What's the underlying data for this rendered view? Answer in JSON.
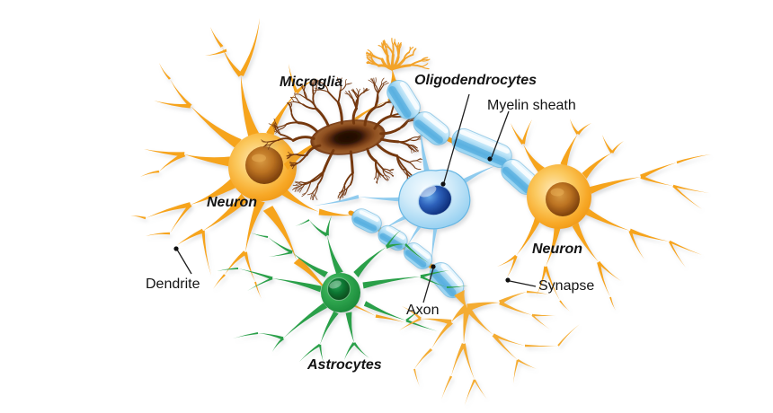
{
  "diagram": {
    "labels": {
      "neuron_left": "Neuron",
      "neuron_right": "Neuron",
      "microglia": "Microglia",
      "oligodendrocytes": "Oligodendrocytes",
      "astrocytes": "Astrocytes",
      "dendrite": "Dendrite",
      "myelin_sheath": "Myelin sheath",
      "axon": "Axon",
      "synapse": "Synapse"
    },
    "colors": {
      "background": "#FFFFFF",
      "label_text": "#141414",
      "neuron_orange": "#F6A41F",
      "neuron_orange_deep": "#ED9A19",
      "neuron_nucleus_brown": "#8F4E12",
      "microglia_brown": "#74380F",
      "astrocyte_green": "#2BA04A",
      "astrocyte_nucleus_green": "#0D7431",
      "oligodendrocyte_blue": "#96D0F1",
      "oligodendrocyte_process_blue": "#8FCBEE",
      "myelin_blue": "#7CC3EA",
      "oligodendrocyte_nucleus_navy": "#1E4DA6",
      "leader_line": "#1D1D1D"
    }
  }
}
